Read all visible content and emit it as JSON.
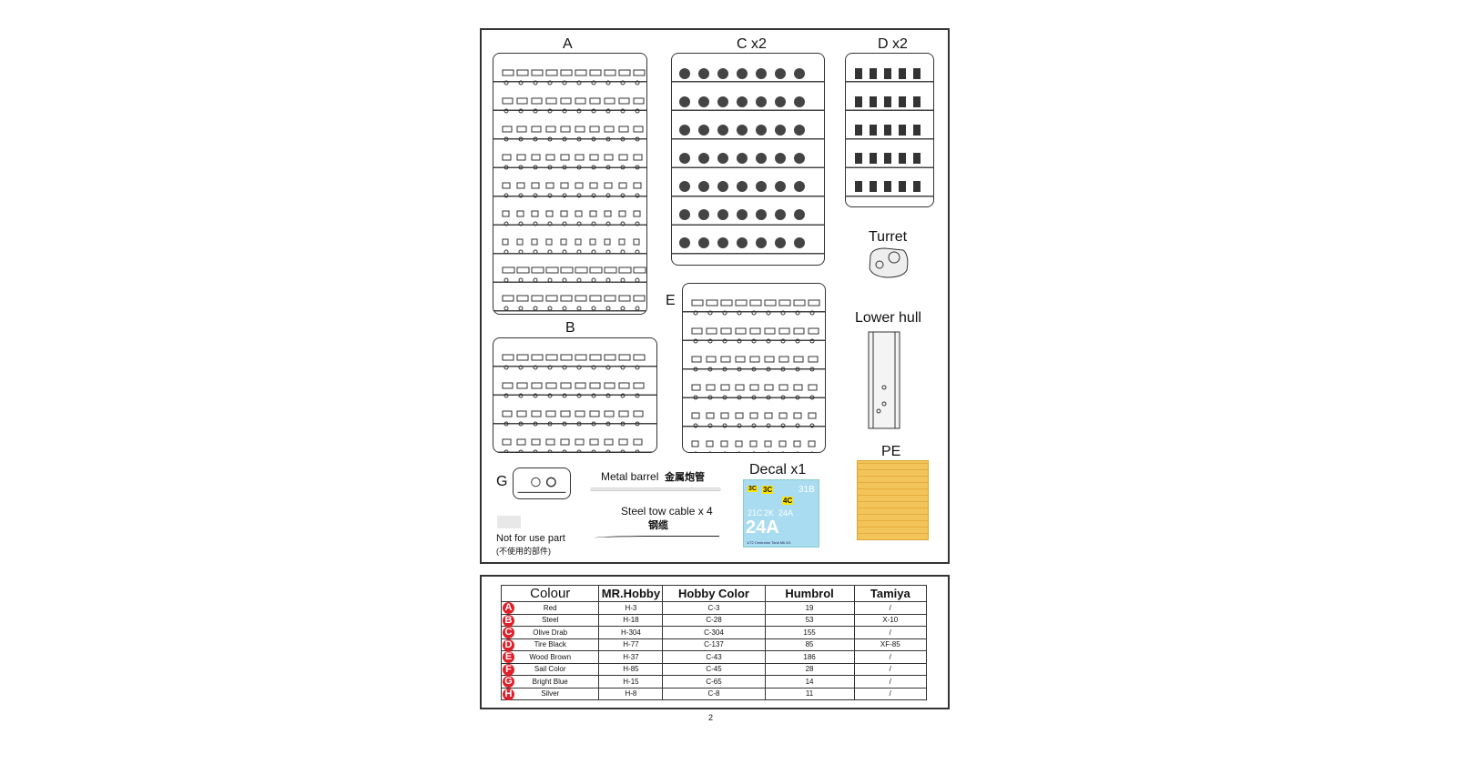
{
  "sprues": {
    "a": "A",
    "b": "B",
    "c": "C x2",
    "d": "D x2",
    "e": "E",
    "g": "G",
    "turret": "Turret",
    "lower_hull": "Lower hull",
    "pe": "PE",
    "decal": "Decal x1"
  },
  "extras": {
    "metal_barrel": "Metal barrel",
    "metal_barrel_cn": "金属炮管",
    "tow_cable": "Steel tow cable x 4",
    "tow_cable_cn": "钢缆",
    "not_for_use": "Not for use part",
    "not_for_use_cn": "(不使用的部件)"
  },
  "decal_sheet": {
    "codes": [
      "3C",
      "3C",
      "4C",
      "31B",
      "21C",
      "2K",
      "24A",
      "24A"
    ],
    "caption": "1/72 Centurion Tank Mk 5/1"
  },
  "color_table": {
    "headers": [
      "Colour",
      "MR.Hobby",
      "Hobby Color",
      "Humbrol",
      "Tamiya"
    ],
    "rows": [
      {
        "key": "A",
        "name": "Red",
        "mrhobby": "H-3",
        "hobby": "C-3",
        "humbrol": "19",
        "tamiya": "/"
      },
      {
        "key": "B",
        "name": "Steel",
        "mrhobby": "H-18",
        "hobby": "C-28",
        "humbrol": "53",
        "tamiya": "X-10"
      },
      {
        "key": "C",
        "name": "Olive Drab",
        "mrhobby": "H-304",
        "hobby": "C-304",
        "humbrol": "155",
        "tamiya": "/"
      },
      {
        "key": "D",
        "name": "Tire Black",
        "mrhobby": "H-77",
        "hobby": "C-137",
        "humbrol": "85",
        "tamiya": "XF-85"
      },
      {
        "key": "E",
        "name": "Wood Brown",
        "mrhobby": "H-37",
        "hobby": "C-43",
        "humbrol": "186",
        "tamiya": "/"
      },
      {
        "key": "F",
        "name": "Sail Color",
        "mrhobby": "H-85",
        "hobby": "C-45",
        "humbrol": "28",
        "tamiya": "/"
      },
      {
        "key": "G",
        "name": "Bright Blue",
        "mrhobby": "H-15",
        "hobby": "C-65",
        "humbrol": "14",
        "tamiya": "/"
      },
      {
        "key": "H",
        "name": "Silver",
        "mrhobby": "H-8",
        "hobby": "C-8",
        "humbrol": "11",
        "tamiya": "/"
      }
    ]
  },
  "page_number": "2",
  "colors": {
    "badge": "#e0202a",
    "decal": "#a9dcf0",
    "pe": "#f2c45a"
  }
}
